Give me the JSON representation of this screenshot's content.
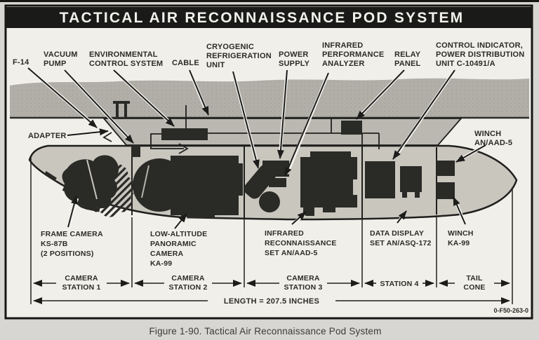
{
  "title": "TACTICAL AIR RECONNAISSANCE POD SYSTEM",
  "caption": "Figure 1-90. Tactical Air Reconnaissance Pod System",
  "drawing_number": "0-F50-263-0",
  "length_label": "LENGTH = 207.5 INCHES",
  "callouts": {
    "f14": "F-14",
    "adapter": "ADAPTER",
    "cable": "CABLE",
    "vacuum_pump": {
      "l1": "VACUUM",
      "l2": "PUMP"
    },
    "env_control": {
      "l1": "ENVIRONMENTAL",
      "l2": "CONTROL SYSTEM"
    },
    "cryo": {
      "l1": "CRYOGENIC",
      "l2": "REFRIGERATION",
      "l3": "UNIT"
    },
    "power_supply": {
      "l1": "POWER",
      "l2": "SUPPLY"
    },
    "ir_analyzer": {
      "l1": "INFRARED",
      "l2": "PERFORMANCE",
      "l3": "ANALYZER"
    },
    "relay_panel": {
      "l1": "RELAY",
      "l2": "PANEL"
    },
    "control_indicator": {
      "l1": "CONTROL INDICATOR,",
      "l2": "POWER DISTRIBUTION",
      "l3": "UNIT C-10491/A"
    },
    "winch_top": {
      "l1": "WINCH",
      "l2": "AN/AAD-5"
    },
    "frame_camera": {
      "l1": "FRAME CAMERA",
      "l2": "KS-87B",
      "l3": "(2 POSITIONS)"
    },
    "pano_camera": {
      "l1": "LOW-ALTITUDE",
      "l2": "PANORAMIC",
      "l3": "CAMERA",
      "l4": "KA-99"
    },
    "ir_recon": {
      "l1": "INFRARED",
      "l2": "RECONNAISSANCE",
      "l3": "SET AN/AAD-5"
    },
    "data_display": {
      "l1": "DATA DISPLAY",
      "l2": "SET AN/ASQ-172"
    },
    "winch_bottom": {
      "l1": "WINCH",
      "l2": "KA-99"
    }
  },
  "stations": {
    "s1": {
      "l1": "CAMERA",
      "l2": "STATION 1"
    },
    "s2": {
      "l1": "CAMERA",
      "l2": "STATION 2"
    },
    "s3": {
      "l1": "CAMERA",
      "l2": "STATION 3"
    },
    "s4": {
      "l1": "STATION 4"
    },
    "tail": {
      "l1": "TAIL",
      "l2": "CONE"
    }
  },
  "colors": {
    "paper": "#d8d6d2",
    "panel": "#f1efea",
    "title_bar": "#1a1a18",
    "belly_gray": "#b1afa8",
    "adapter_gray": "#bbb8b1",
    "pod_gray": "#c9c6be",
    "component_black": "#2a2a27",
    "ink": "#20201e"
  }
}
